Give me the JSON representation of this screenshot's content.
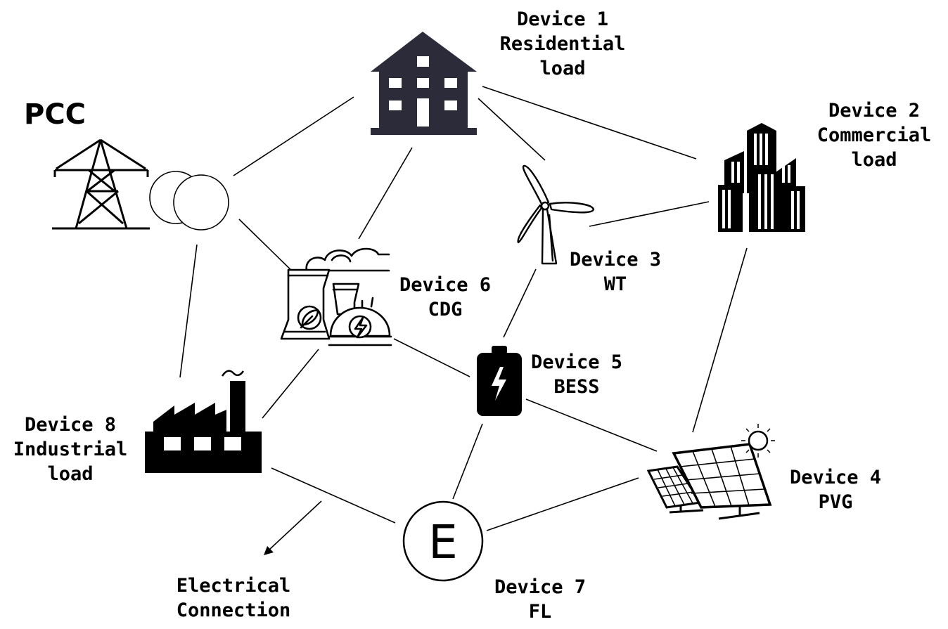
{
  "pcc_label": "PCC",
  "devices": {
    "d1": {
      "line1": "Device 1",
      "line2": "Residential",
      "line3": "load"
    },
    "d2": {
      "line1": "Device 2",
      "line2": "Commercial",
      "line3": "load"
    },
    "d3": {
      "line1": "Device 3",
      "line2": "WT"
    },
    "d4": {
      "line1": "Device 4",
      "line2": "PVG"
    },
    "d5": {
      "line1": "Device 5",
      "line2": "BESS"
    },
    "d6": {
      "line1": "Device 6",
      "line2": "CDG"
    },
    "d7": {
      "line1": "Device 7",
      "line2": "FL"
    },
    "d8": {
      "line1": "Device 8",
      "line2": "Industrial",
      "line3": "load"
    }
  },
  "fl_symbol": "E",
  "legend": {
    "line1": "Electrical",
    "line2": "Connection"
  },
  "colors": {
    "residential_fill": "#2b2b3a",
    "line": "#000000",
    "background": "#ffffff"
  }
}
